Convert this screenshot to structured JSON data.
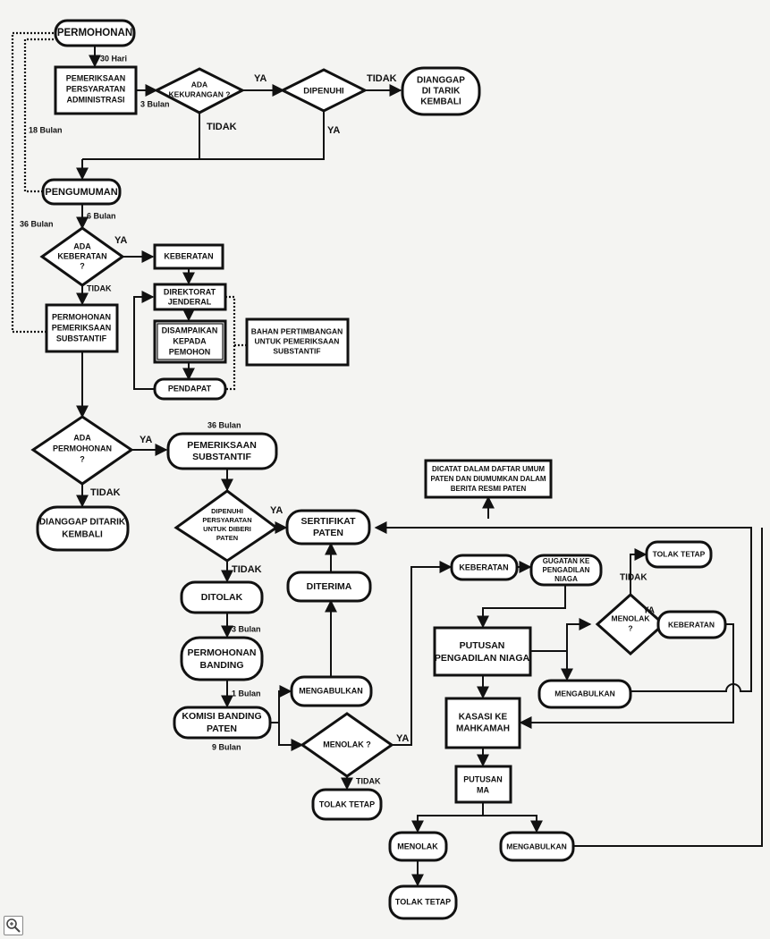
{
  "nodes": {
    "permohonan": [
      "PERMOHONAN"
    ],
    "pemeriksaan_admin": [
      "PEMERIKSAAN",
      "PERSYARATAN",
      "ADMINISTRASI"
    ],
    "ada_kekurangan": [
      "ADA",
      "KEKURANGAN ?"
    ],
    "dipenuhi": [
      "DIPENUHI"
    ],
    "dianggap_ditarik_1": [
      "DIANGGAP",
      "DI TARIK",
      "KEMBALI"
    ],
    "pengumuman": [
      "PENGUMUMAN"
    ],
    "ada_keberatan": [
      "ADA",
      "KEBERATAN",
      "?"
    ],
    "keberatan_1": [
      "KEBERATAN"
    ],
    "direktorat": [
      "DIREKTORAT",
      "JENDERAL"
    ],
    "disampaikan": [
      "DISAMPAIKAN",
      "KEPADA",
      "PEMOHON"
    ],
    "pendapat": [
      "PENDAPAT"
    ],
    "bahan": [
      "BAHAN PERTIMBANGAN",
      "UNTUK PEMERIKSAAN",
      "SUBSTANTIF"
    ],
    "permohonan_substantif": [
      "PERMOHONAN",
      "PEMERIKSAAN",
      "SUBSTANTIF"
    ],
    "ada_permohonan": [
      "ADA",
      "PERMOHONAN",
      "?"
    ],
    "dianggap_ditarik_2": [
      "DIANGGAP DITARIK",
      "KEMBALI"
    ],
    "pemeriksaan_substantif": [
      "PEMERIKSAAN",
      "SUBSTANTIF"
    ],
    "dipenuhi_persyaratan": [
      "DIPENUHI",
      "PERSYARATAN",
      "UNTUK DIBERI",
      "PATEN"
    ],
    "sertifikat": [
      "SERTIFIKAT",
      "PATEN"
    ],
    "dicatat": [
      "DICATAT DALAM DAFTAR UMUM",
      "PATEN DAN DIUMUMKAN DALAM",
      "BERITA RESMI PATEN"
    ],
    "ditolak": [
      "DITOLAK"
    ],
    "diterima": [
      "DITERIMA"
    ],
    "permohonan_banding": [
      "PERMOHONAN",
      "BANDING"
    ],
    "mengabulkan_1": [
      "MENGABULKAN"
    ],
    "komisi_banding": [
      "KOMISI BANDING",
      "PATEN"
    ],
    "menolak_1": [
      "MENOLAK ?"
    ],
    "tolak_tetap_1": [
      "TOLAK TETAP"
    ],
    "keberatan_2": [
      "KEBERATAN"
    ],
    "gugatan": [
      "GUGATAN KE",
      "PENGADILAN",
      "NIAGA"
    ],
    "tolak_tetap_2": [
      "TOLAK TETAP"
    ],
    "menolak_2": [
      "MENOLAK",
      "?"
    ],
    "keberatan_3": [
      "KEBERATAN"
    ],
    "putusan_niaga": [
      "PUTUSAN",
      "PENGADILAN NIAGA"
    ],
    "mengabulkan_2": [
      "MENGABULKAN"
    ],
    "kasasi": [
      "KASASI KE",
      "MAHKAMAH"
    ],
    "putusan_ma": [
      "PUTUSAN",
      "MA"
    ],
    "menolak_3": [
      "MENOLAK"
    ],
    "mengabulkan_3": [
      "MENGABULKAN"
    ],
    "tolak_tetap_3": [
      "TOLAK TETAP"
    ]
  },
  "labels": {
    "l_30hari": "30 Hari",
    "l_3bulan_a": "3 Bulan",
    "l_18bulan": "18 Bulan",
    "l_ya_1": "YA",
    "l_tidak_1": "TIDAK",
    "l_tidak_2": "TIDAK",
    "l_ya_2": "YA",
    "l_6bulan": "6 Bulan",
    "l_36bulan_a": "36 Bulan",
    "l_ya_3": "YA",
    "l_tidak_3": "TIDAK",
    "l_ya_4": "YA",
    "l_tidak_4": "TIDAK",
    "l_36bulan_b": "36 Bulan",
    "l_ya_5": "YA",
    "l_tidak_5": "TIDAK",
    "l_3bulan_b": "3 Bulan",
    "l_1bulan": "1 Bulan",
    "l_9bulan": "9 Bulan",
    "l_ya_6": "YA",
    "l_tidak_6": "TIDAK",
    "l_tidak_7": "TIDAK",
    "l_ya_7": "YA"
  },
  "colors": {
    "ink": "#111111",
    "paper": "#f4f4f2",
    "box": "#ffffff"
  },
  "icons": {
    "corner": "zoom-icon"
  }
}
